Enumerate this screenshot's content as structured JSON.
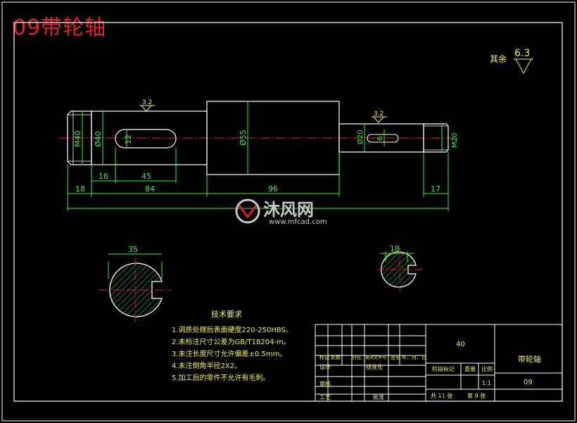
{
  "title": "09带轮轴",
  "roughness": {
    "label": "其余",
    "value": "6.3"
  },
  "shaft": {
    "roughness_marks": [
      "3.2",
      "3.2"
    ],
    "diameters": [
      "M40",
      "Ø40",
      "12",
      "Ø55",
      "Ø20",
      "6",
      "M20"
    ],
    "lengths": [
      "16",
      "45",
      "18",
      "84",
      "96",
      "17"
    ]
  },
  "sections": [
    {
      "width_label": "35"
    },
    {
      "width_label": "18"
    }
  ],
  "watermark": {
    "brand": "沐风网",
    "url": "www.mfcad.com"
  },
  "tech_requirements": {
    "heading": "技术要求",
    "items": [
      "1.调质处理后表面硬度220-250HBS。",
      "2.未标注尺寸公差为GB/T18204-m。",
      "3.未注长度尺寸允许偏差±0.5mm。",
      "4.未注倒角半径2X2。",
      "5.加工后的零件不允许有毛刺。"
    ]
  },
  "title_block": {
    "material": "40",
    "part_name": "带轮轴",
    "drawing_no": "09",
    "revision_headers": [
      "标记",
      "处数",
      "分区",
      "更改文件号",
      "签名",
      "年、月、日"
    ],
    "design": "设计",
    "standardization": "标准化",
    "review": "审核",
    "process": "工艺",
    "approve": "批准",
    "stage_label": "阶段标记",
    "weight_label": "重量",
    "scale_label": "比例",
    "scale_value": "1:1",
    "sheets": "共 11 张",
    "sheet_no": "第 9 张"
  }
}
